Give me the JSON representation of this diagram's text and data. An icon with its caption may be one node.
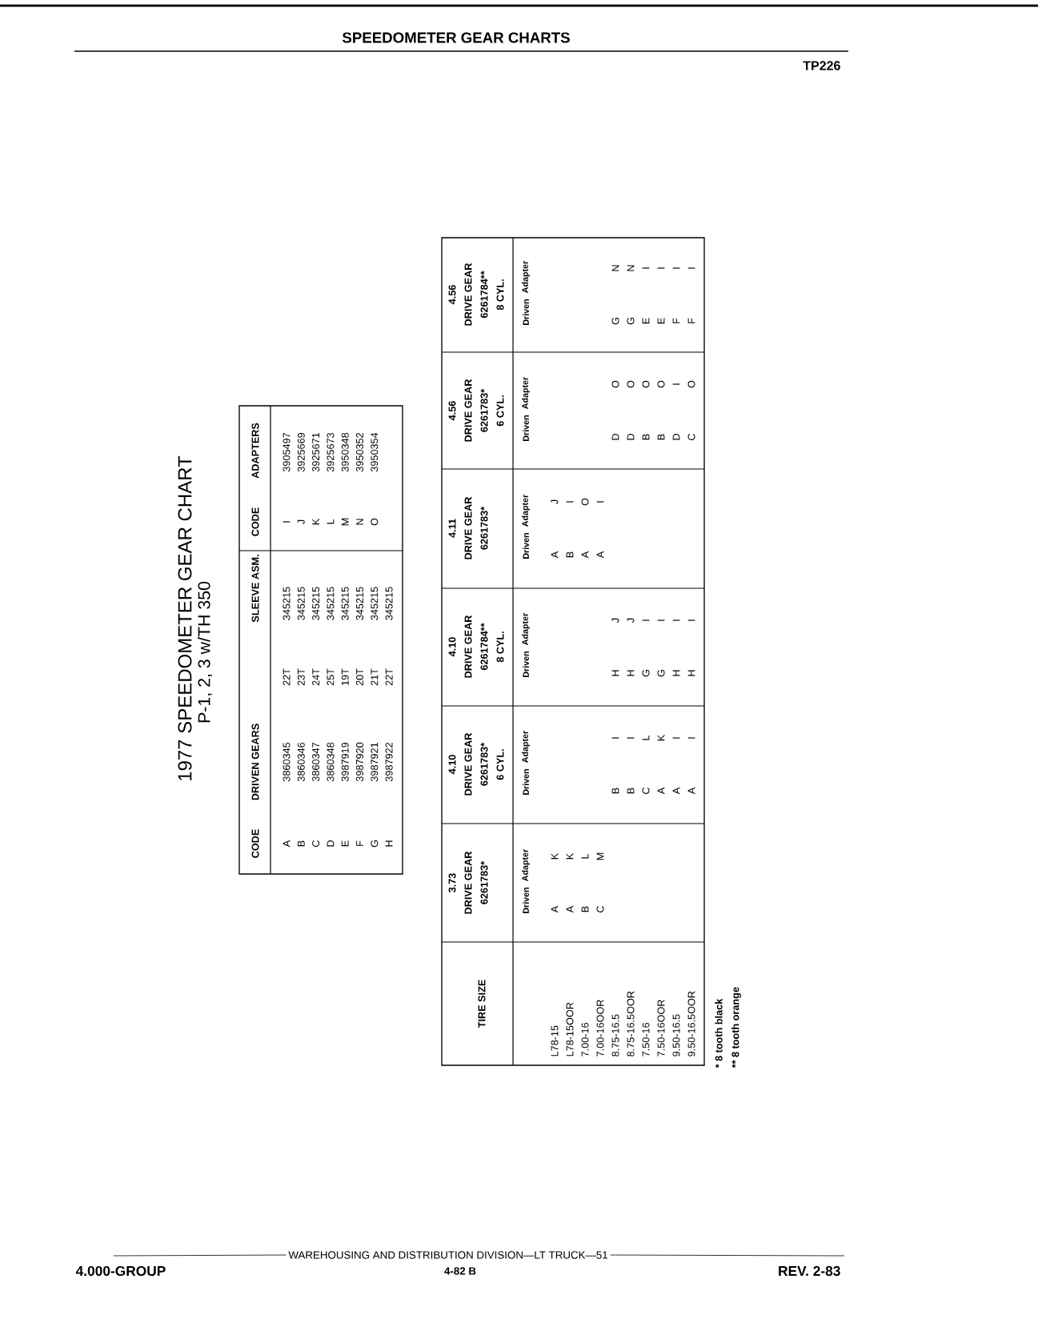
{
  "diagram": {
    "title": "SPEEDOMETER GEAR CHARTS",
    "labels": [
      "TP226",
      "1977 SPEEDOMETER GEAR CHART",
      "P-1, 2, 3 w/TH 350",
      "CODE",
      "DRIVEN GEARS",
      "SLEEVE ASM.",
      "CODE",
      "ADAPTERS",
      "A",
      "3860345",
      "22T",
      "345215",
      "I",
      "3905497",
      "B",
      "3860346",
      "23T",
      "345215",
      "J",
      "3925669",
      "C",
      "3860347",
      "24T",
      "345215",
      "K",
      "3925671",
      "D",
      "3860348",
      "25T",
      "345215",
      "L",
      "3925673",
      "E",
      "3987919",
      "19T",
      "345215",
      "M",
      "3950348",
      "F",
      "3987920",
      "20T",
      "345215",
      "N",
      "3950352",
      "G",
      "3987921",
      "21T",
      "345215",
      "O",
      "3950354",
      "H",
      "3987922",
      "22T",
      "345215",
      "TIRE SIZE",
      "3.73",
      "DRIVE GEAR",
      "6261783*",
      "4.10",
      "DRIVE GEAR",
      "6261783*",
      "6 CYL.",
      "4.10",
      "DRIVE GEAR",
      "6261784**",
      "8 CYL.",
      "4.11",
      "DRIVE GEAR",
      "6261783*",
      "4.56",
      "DRIVE GEAR",
      "6261783*",
      "6 CYL.",
      "4.56",
      "DRIVE GEAR",
      "6261784**",
      "8 CYL.",
      "Driven",
      "Adapter",
      "Driven",
      "Adapter",
      "Driven",
      "Adapter",
      "Driven",
      "Adapter",
      "Driven",
      "Adapter",
      "Driven",
      "Adapter",
      "L78-15",
      "A",
      "K",
      "A",
      "J",
      "L78-15OOR",
      "A",
      "K",
      "B",
      "I",
      "7.00-16",
      "B",
      "L",
      "A",
      "O",
      "7.00-16OOR",
      "C",
      "M",
      "A",
      "I",
      "8.75-16.5",
      "B",
      "I",
      "H",
      "J",
      "D",
      "O",
      "G",
      "N",
      "8.75-16.5OOR",
      "B",
      "I",
      "H",
      "J",
      "D",
      "O",
      "G",
      "N",
      "7.50-16",
      "C",
      "L",
      "G",
      "I",
      "B",
      "O",
      "E",
      "I",
      "7.50-16OOR",
      "A",
      "K",
      "G",
      "I",
      "B",
      "O",
      "E",
      "I",
      "9.50-16.5",
      "A",
      "I",
      "H",
      "I",
      "D",
      "I",
      "F",
      "I",
      "9.50-16.5OOR",
      "A",
      "I",
      "H",
      "I",
      "C",
      "O",
      "F",
      "I",
      "* 8 tooth black",
      "** 8 tooth orange",
      "WAREHOUSING AND DISTRIBUTION DIVISION—LT TRUCK—51",
      "4.000-GROUP",
      "4-82 B",
      "REV. 2-83"
    ]
  }
}
